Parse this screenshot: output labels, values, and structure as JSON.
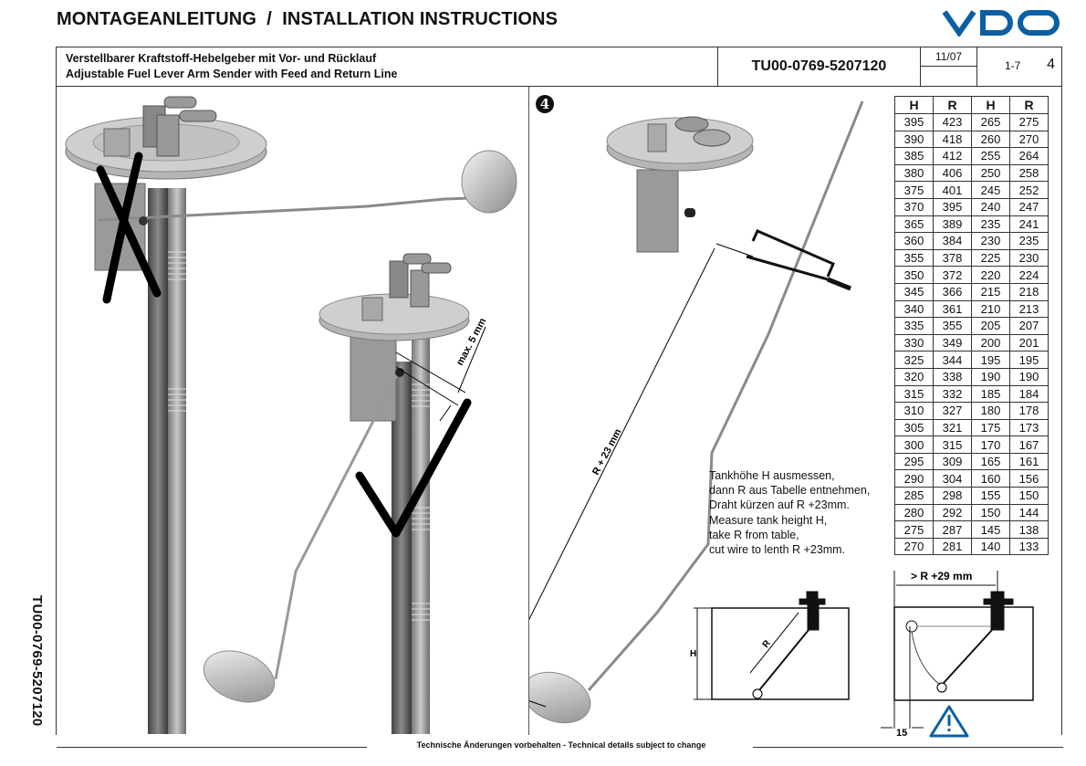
{
  "header": {
    "title": "MONTAGEANLEITUNG  /  INSTALLATION INSTRUCTIONS",
    "brand": "VDO",
    "brand_color": "#0a5fa3",
    "subtitle_de": "Verstellbarer Kraftstoff-Hebelgeber mit Vor- und Rücklauf",
    "subtitle_en": "Adjustable Fuel Lever Arm Sender with Feed and Return Line",
    "doc_number": "TU00-0769-5207120",
    "date": "11/07",
    "pages": "1-7",
    "page": "4"
  },
  "side_doc_number": "TU00-0769-5207120",
  "step": "4",
  "figures": {
    "wrong_mark": "X",
    "correct_mark": "✓",
    "max_dim_label": "max. 5 mm",
    "wire_length_label": "R + 23 mm",
    "tank_left": {
      "height_label": "H",
      "radius_label": "R"
    },
    "tank_right": {
      "clearance_label": "> R +29 mm",
      "offset_label": "15",
      "warning_icon": "warning-triangle"
    }
  },
  "table": {
    "headers": [
      "H",
      "R",
      "H",
      "R"
    ],
    "rows": [
      [
        "395",
        "423",
        "265",
        "275"
      ],
      [
        "390",
        "418",
        "260",
        "270"
      ],
      [
        "385",
        "412",
        "255",
        "264"
      ],
      [
        "380",
        "406",
        "250",
        "258"
      ],
      [
        "375",
        "401",
        "245",
        "252"
      ],
      [
        "370",
        "395",
        "240",
        "247"
      ],
      [
        "365",
        "389",
        "235",
        "241"
      ],
      [
        "360",
        "384",
        "230",
        "235"
      ],
      [
        "355",
        "378",
        "225",
        "230"
      ],
      [
        "350",
        "372",
        "220",
        "224"
      ],
      [
        "345",
        "366",
        "215",
        "218"
      ],
      [
        "340",
        "361",
        "210",
        "213"
      ],
      [
        "335",
        "355",
        "205",
        "207"
      ],
      [
        "330",
        "349",
        "200",
        "201"
      ],
      [
        "325",
        "344",
        "195",
        "195"
      ],
      [
        "320",
        "338",
        "190",
        "190"
      ],
      [
        "315",
        "332",
        "185",
        "184"
      ],
      [
        "310",
        "327",
        "180",
        "178"
      ],
      [
        "305",
        "321",
        "175",
        "173"
      ],
      [
        "300",
        "315",
        "170",
        "167"
      ],
      [
        "295",
        "309",
        "165",
        "161"
      ],
      [
        "290",
        "304",
        "160",
        "156"
      ],
      [
        "285",
        "298",
        "155",
        "150"
      ],
      [
        "280",
        "292",
        "150",
        "144"
      ],
      [
        "275",
        "287",
        "145",
        "138"
      ],
      [
        "270",
        "281",
        "140",
        "133"
      ]
    ]
  },
  "instructions": [
    "Tankhöhe H ausmessen,",
    "dann R aus Tabelle entnehmen,",
    "Draht kürzen auf R +23mm.",
    "Measure tank height H,",
    "take R from table,",
    "cut wire to lenth R +23mm."
  ],
  "footer": "Technische Änderungen vorbehalten  -  Technical details subject to change"
}
